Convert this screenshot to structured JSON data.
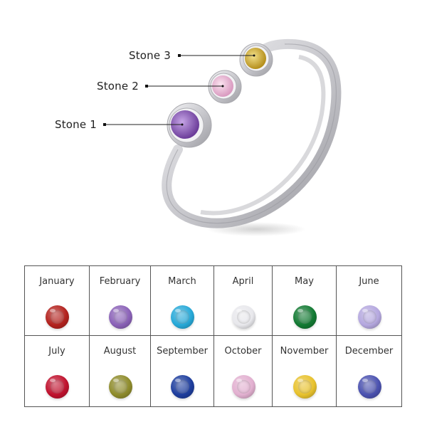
{
  "ring": {
    "callouts": [
      {
        "label": "Stone 1",
        "color": "#8a5bb5"
      },
      {
        "label": "Stone 2",
        "color": "#f0c4dc"
      },
      {
        "label": "Stone 3",
        "color": "#d9b940"
      }
    ],
    "metal_color": "#d8d8dc"
  },
  "birthstones": [
    {
      "month": "January",
      "color": "#b3221e"
    },
    {
      "month": "February",
      "color": "#8b62b8"
    },
    {
      "month": "March",
      "color": "#27a9d8"
    },
    {
      "month": "April",
      "color": "#e8e8ec"
    },
    {
      "month": "May",
      "color": "#137a33"
    },
    {
      "month": "June",
      "color": "#b5a8df"
    },
    {
      "month": "July",
      "color": "#c0122e"
    },
    {
      "month": "August",
      "color": "#8f8c2c"
    },
    {
      "month": "September",
      "color": "#1e3e9e"
    },
    {
      "month": "October",
      "color": "#e2b0d0"
    },
    {
      "month": "November",
      "color": "#e8c22e"
    },
    {
      "month": "December",
      "color": "#4b52b0"
    }
  ]
}
